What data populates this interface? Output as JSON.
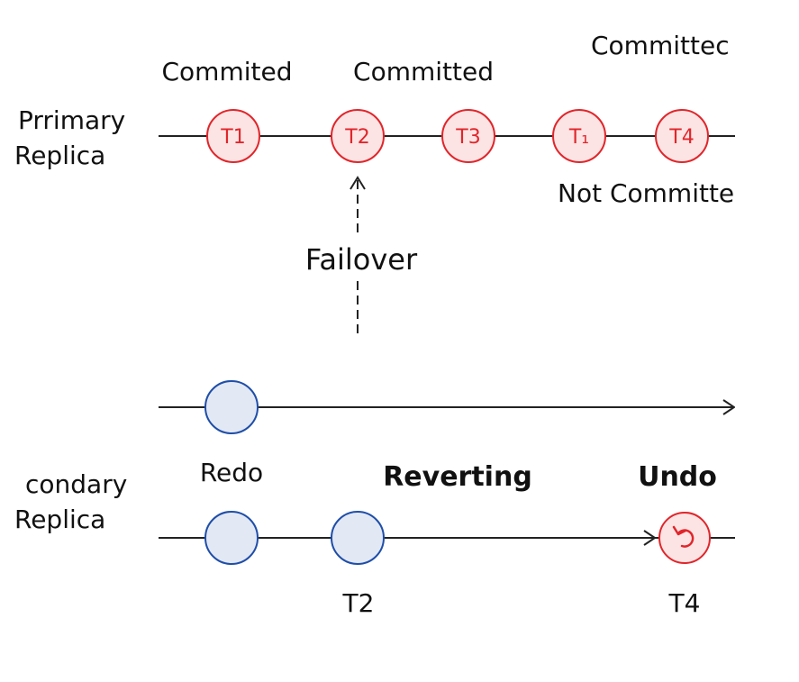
{
  "primary": {
    "label_line1": "Prrimary",
    "label_line2": "Replica",
    "transactions": [
      {
        "id": "T1",
        "top_label": "Commited",
        "bottom_label": ""
      },
      {
        "id": "T2",
        "top_label": "Committed",
        "bottom_label": ""
      },
      {
        "id": "T3",
        "top_label": "",
        "bottom_label": ""
      },
      {
        "id": "T₁",
        "top_label": "",
        "bottom_label": ""
      },
      {
        "id": "T4",
        "top_label": "Committec",
        "bottom_label": "Not Committe"
      }
    ]
  },
  "failover": {
    "label": "Failover"
  },
  "secondary": {
    "label_line1": "condary",
    "label_line2": "Replica",
    "redo_label": "Redo",
    "reverting_label": "Reverting",
    "undo_label": "Undo",
    "t2_label": "T2",
    "t4_label": "T4",
    "undo_icon": "undo-arrow-icon"
  },
  "colors": {
    "red_stroke": "#e0262b",
    "red_fill": "#fde4e4",
    "blue_stroke": "#1f4ea8",
    "blue_fill": "#e2e8f4",
    "line": "#222222"
  }
}
